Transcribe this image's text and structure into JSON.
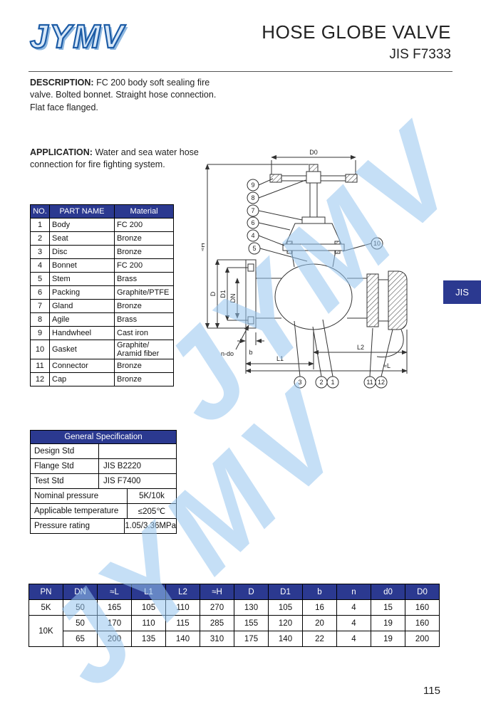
{
  "header": {
    "logo": "JYMV",
    "title": "HOSE GLOBE VALVE",
    "subtitle": "JIS F7333"
  },
  "description": {
    "label": "DESCRIPTION:",
    "text": " FC 200 body soft sealing fire valve. Bolted bonnet. Straight hose connection. Flat face flanged."
  },
  "application": {
    "label": "APPLICATION:",
    "text": " Water and sea water hose connection for fire fighting system."
  },
  "side_tab": {
    "label": "JIS"
  },
  "watermark": {
    "text": "JYMV",
    "color": "#96c5ee"
  },
  "accent_color": "#2b3990",
  "parts_table": {
    "headers": [
      "NO.",
      "PART NAME",
      "Material"
    ],
    "rows": [
      {
        "no": "1",
        "name": "Body",
        "material": "FC 200"
      },
      {
        "no": "2",
        "name": "Seat",
        "material": "Bronze"
      },
      {
        "no": "3",
        "name": "Disc",
        "material": "Bronze"
      },
      {
        "no": "4",
        "name": "Bonnet",
        "material": "FC 200"
      },
      {
        "no": "5",
        "name": "Stem",
        "material": "Brass"
      },
      {
        "no": "6",
        "name": "Packing",
        "material": "Graphite/PTFE"
      },
      {
        "no": "7",
        "name": "Gland",
        "material": "Bronze"
      },
      {
        "no": "8",
        "name": "Agile",
        "material": "Brass"
      },
      {
        "no": "9",
        "name": "Handwheel",
        "material": "Cast iron"
      },
      {
        "no": "10",
        "name": "Gasket",
        "material": "Graphite/\nAramid fiber"
      },
      {
        "no": "11",
        "name": "Connector",
        "material": "Bronze"
      },
      {
        "no": "12",
        "name": "Cap",
        "material": "Bronze"
      }
    ]
  },
  "spec_table": {
    "title": "General Specification",
    "rows": [
      {
        "label": "Design Std",
        "value": ""
      },
      {
        "label": "Flange Std",
        "value": "JIS B2220"
      },
      {
        "label": "Test Std",
        "value": "JIS F7400"
      },
      {
        "label": "Nominal pressure",
        "value": "5K/10k"
      },
      {
        "label": "Applicable temperature",
        "value": "≤205℃"
      },
      {
        "label": "Pressure rating",
        "value": "1.05/3.36MPa"
      }
    ]
  },
  "dimensions_table": {
    "headers": [
      "PN",
      "DN",
      "≈L",
      "L1",
      "L2",
      "≈H",
      "D",
      "D1",
      "b",
      "n",
      "d0",
      "D0"
    ],
    "rows": [
      {
        "pn": "5K",
        "dn": "50",
        "L": "165",
        "L1": "105",
        "L2": "110",
        "H": "270",
        "D": "130",
        "D1": "105",
        "b": "16",
        "n": "4",
        "d0": "15",
        "D0": "160"
      },
      {
        "pn": "10K",
        "rowspan": 2,
        "dn": "50",
        "L": "170",
        "L1": "110",
        "L2": "115",
        "H": "285",
        "D": "155",
        "D1": "120",
        "b": "20",
        "n": "4",
        "d0": "19",
        "D0": "160"
      },
      {
        "pn": null,
        "dn": "65",
        "L": "200",
        "L1": "135",
        "L2": "140",
        "H": "310",
        "D": "175",
        "D1": "140",
        "b": "22",
        "n": "4",
        "d0": "19",
        "D0": "200"
      }
    ]
  },
  "drawing": {
    "dims": {
      "D0": "D0",
      "H": "≈H",
      "D": "D",
      "D1": "D1",
      "DN": "DN",
      "n_do": "n-do",
      "b": "b",
      "L1": "L1",
      "L2": "L2",
      "L": "≈L"
    },
    "callouts": {
      "c1": "1",
      "c2": "2",
      "c3": "3",
      "c4": "4",
      "c5": "5",
      "c6": "6",
      "c7": "7",
      "c8": "8",
      "c9": "9",
      "c10": "10",
      "c11": "11",
      "c12": "12"
    }
  },
  "page": {
    "number": "115"
  }
}
